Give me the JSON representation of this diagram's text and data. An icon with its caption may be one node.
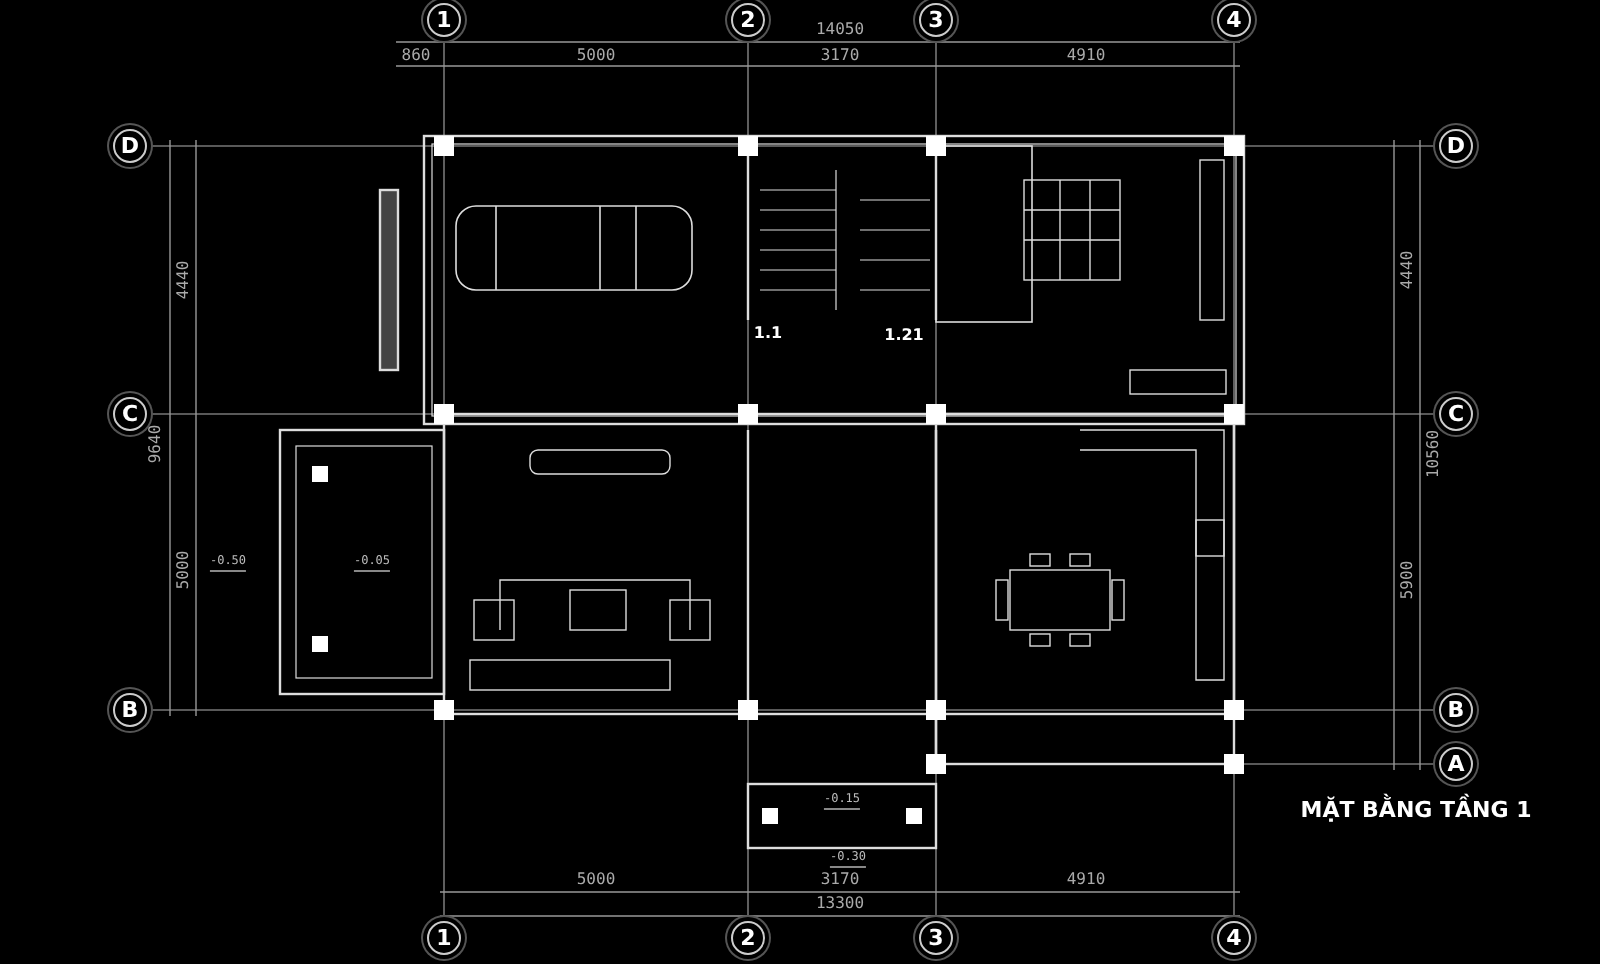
{
  "diagram": {
    "title": "MẶT BẰNG TẦNG 1",
    "labels": [
      "1",
      "2",
      "3",
      "4",
      "14050",
      "860",
      "5000",
      "3170",
      "4910",
      "D",
      "D",
      "4440",
      "4440",
      "1.1",
      "1.21",
      "C",
      "9640",
      "C",
      "10560",
      "-0.50",
      "-0.05",
      "5000",
      "5900",
      "B",
      "B",
      "A",
      "-0.15",
      "-0.30",
      "5000",
      "3170",
      "4910",
      "13300",
      "1",
      "2",
      "3",
      "4"
    ]
  }
}
